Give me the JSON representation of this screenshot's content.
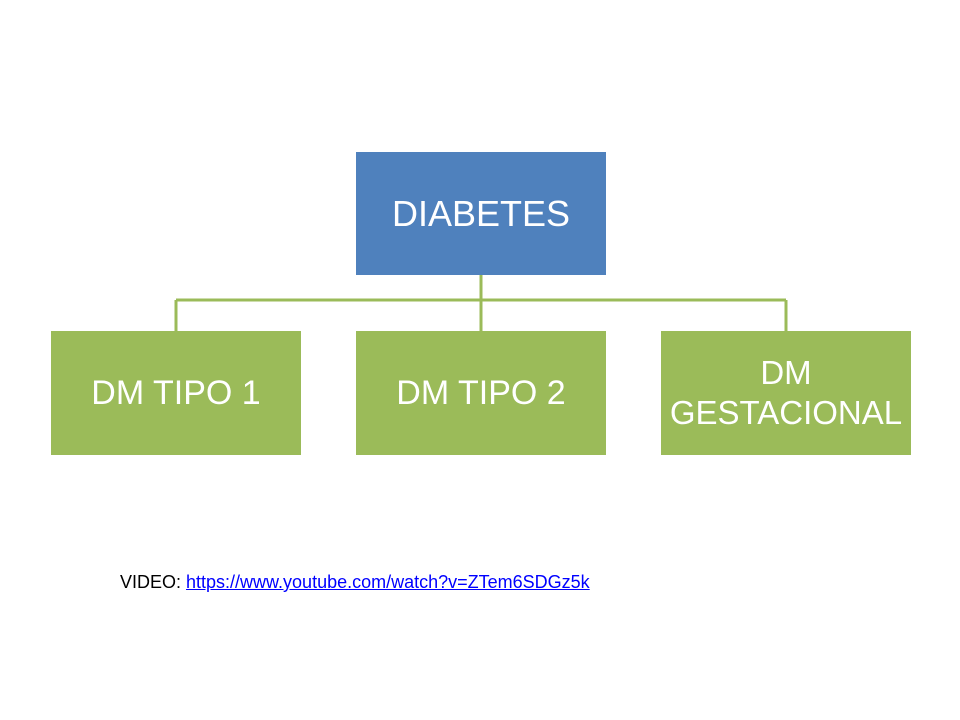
{
  "diagram": {
    "root": {
      "label": "DIABETES"
    },
    "children": [
      {
        "label": "DM TIPO 1"
      },
      {
        "label": "DM TIPO 2"
      },
      {
        "label": "DM\nGESTACIONAL"
      }
    ]
  },
  "video": {
    "prefix": "VIDEO: ",
    "link_text": "https://www.youtube.com/watch?v=ZTem6SDGz5k"
  },
  "colors": {
    "root_fill": "#4f81bd",
    "child_fill": "#9bbb59",
    "connector": "#9bbb59",
    "link": "#0000ff",
    "background": "#ffffff"
  }
}
